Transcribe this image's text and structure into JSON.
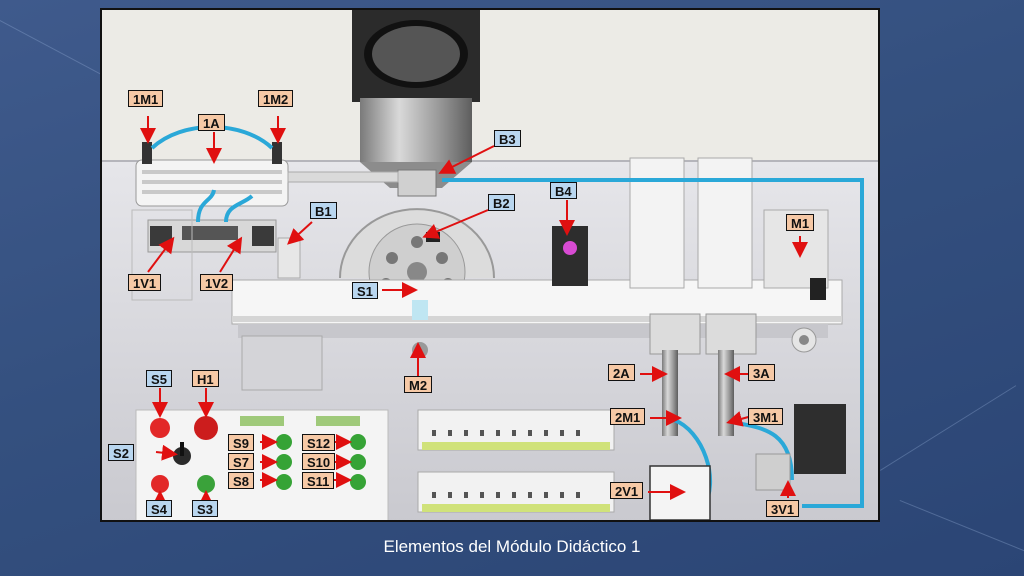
{
  "caption": "Elementos del Módulo Didáctico 1",
  "colors": {
    "label_orange": "#f6c9a6",
    "label_blue": "#b9d6ef",
    "arrow": "#e01010",
    "tube": "#2aa8d8",
    "background": "#34507f"
  },
  "labels": {
    "l_1m1": "1M1",
    "l_1m2": "1M2",
    "l_1a": "1A",
    "l_b3": "B3",
    "l_b2": "B2",
    "l_b4": "B4",
    "l_b1": "B1",
    "l_m1": "M1",
    "l_1v1": "1V1",
    "l_1v2": "1V2",
    "l_s1": "S1",
    "l_s5": "S5",
    "l_h1": "H1",
    "l_m2": "M2",
    "l_2a": "2A",
    "l_3a": "3A",
    "l_2m1": "2M1",
    "l_3m1": "3M1",
    "l_s2": "S2",
    "l_s9": "S9",
    "l_s7": "S7",
    "l_s8": "S8",
    "l_s12": "S12",
    "l_s10": "S10",
    "l_s11": "S11",
    "l_s4": "S4",
    "l_s3": "S3",
    "l_2v1": "2V1",
    "l_3v1": "3V1"
  }
}
